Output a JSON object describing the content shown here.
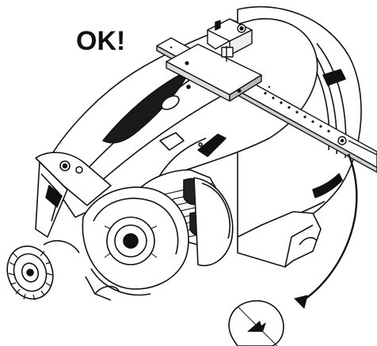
{
  "caption": {
    "ok_text": "OK!"
  },
  "colors": {
    "ink": "#111111",
    "paper": "#ffffff",
    "shade": "#2a2a2a",
    "dark_fill": "#1a1a1a"
  },
  "tool": {
    "name_icon": "alignment-gauge-ruler"
  },
  "detail_callout": {
    "icon": "arrow-detail-magnifier"
  }
}
